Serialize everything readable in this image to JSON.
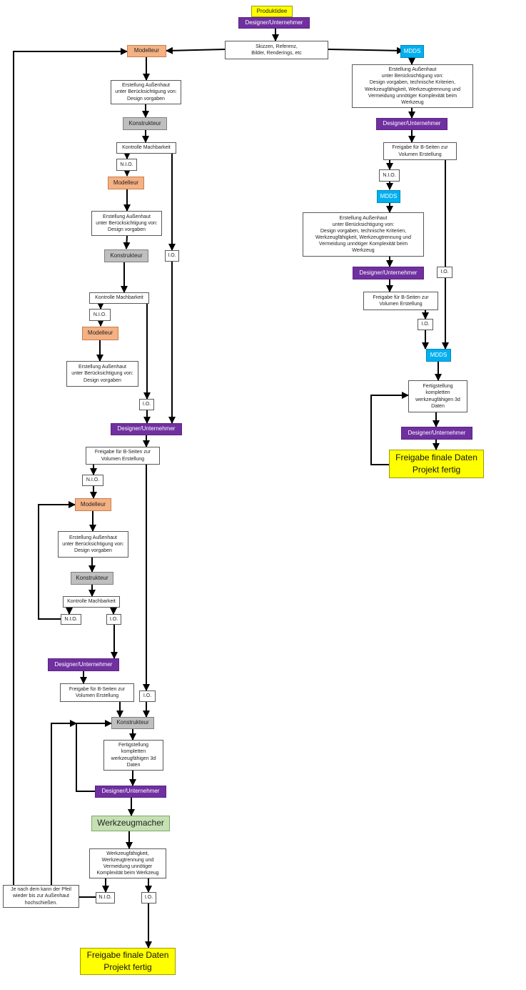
{
  "nodes": {
    "produktidee": "Produktidee",
    "designer_top": "Designer/Unternehmer",
    "skizzen": "Skizzen, Referenz,\nBilder, Renderings, etc",
    "modelleur_1": "Modelleur",
    "erstellung_1": "Erstellung Außenhaut\nunter Berücksichtigung von:\nDesign vorgaben",
    "konstrukteur_1": "Konstrukteur",
    "kontrolle_1": "Kontrolle Machbarkeit",
    "nio_1": "N.I.O.",
    "io_1": "I.O.",
    "modelleur_2": "Modelleur",
    "erstellung_2": "Erstellung Außenhaut\nunter Berücksichtigung von:\nDesign vorgaben",
    "konstrukteur_2": "Konstrukteur",
    "kontrolle_2": "Kontrolle Machbarkeit",
    "nio_2": "N.I.O.",
    "modelleur_3": "Modelleur",
    "erstellung_3": "Erstellung Außenhaut\nunter Berücksichtigung von:\nDesign vorgaben",
    "io_2": "I.O.",
    "designer_mid": "Designer/Unternehmer",
    "freigabe_mid": "Freigabe für B-Seiten  zur\nVolumen Erstellung",
    "nio_3": "N.I.O.",
    "modelleur_4": "Modelleur",
    "erstellung_4": "Erstellung Außenhaut\nunter Berücksichtigung von:\nDesign vorgaben",
    "konstrukteur_3": "Konstrukteur",
    "kontrolle_3": "Kontrolle Machbarkeit",
    "nio_4": "N.I.O.",
    "io_3": "I.O.",
    "designer_low": "Designer/Unternehmer",
    "freigabe_low": "Freigabe für B-Seiten  zur\nVolumen Erstellung",
    "io_4": "I.O.",
    "konstrukteur_4": "Konstrukteur",
    "fertig_left": "Fertigstellung\nkompletten\nwerkzeugfähigen 3d\nDaten",
    "designer_bottom": "Designer/Unternehmer",
    "werkzeugmacher": "Werkzeugmacher",
    "werkzeug_check": "Werkzeugfähigkeit,\nWerkzeugtrennung  und\nVermeidung unnötiger\nKomplexität beim Werkzeug",
    "nio_5": "N.I.O.",
    "io_5": "I.O.",
    "note": "Je nach dem kann der Pfeil\nwieder bis zur Außenhaut\nhochschießen.",
    "final_left": "Freigabe finale Daten\nProjekt fertig",
    "mdds_1": "MDDS",
    "erstellung_r1": "Erstellung Außenhaut\nunter Berücksichtigung von:\nDesign vorgaben, technische Kriterien,\nWerkzeugfähigkeit, Werkzeugtrennung und\nVermeidung unnötiger Komplexität beim\nWerkzeug",
    "designer_r1": "Designer/Unternehmer",
    "freigabe_r1": "Freigabe für B-Seiten  zur\nVolumen Erstellung",
    "nio_r1": "N.I.O.",
    "io_r1": "I.O.",
    "mdds_2": "MDDS",
    "erstellung_r2": "Erstellung Außenhaut\nunter Berücksichtigung von:\nDesign vorgaben, technische Kriterien,\nWerkzeugfähigkeit, Werkzeugtrennung und\nVermeidung unnötiger Komplexität beim\nWerkzeug",
    "designer_r2": "Designer/Unternehmer",
    "freigabe_r2": "Freigabe für B-Seiten  zur\nVolumen Erstellung",
    "io_r2": "I.O.",
    "mdds_3": "MDDS",
    "fertig_right": "Fertigstellung\nkompletten\nwerkzeugfähigen 3d\nDaten",
    "designer_r3": "Designer/Unternehmer",
    "final_right": "Freigabe finale Daten\nProjekt fertig"
  },
  "colors": {
    "designer": "#7030a0",
    "modelleur": "#f4b183",
    "konstrukteur": "#bfbfbf",
    "mdds": "#00b0f0",
    "produktidee": "#ffff00",
    "werkzeugmacher": "#c6e0b4",
    "final": "#ffff00",
    "line": "#000000"
  }
}
